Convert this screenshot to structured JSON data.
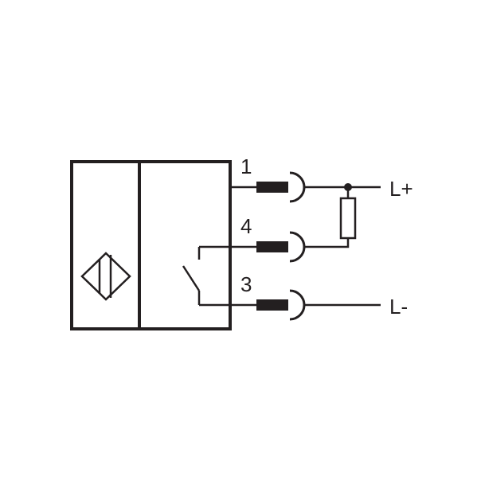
{
  "diagram": {
    "pins": {
      "pin1": "1",
      "pin4": "4",
      "pin3": "3"
    },
    "supply": {
      "positive": "L+",
      "negative": "L-"
    },
    "colors": {
      "ink": "#231f20",
      "background": "#ffffff"
    }
  }
}
